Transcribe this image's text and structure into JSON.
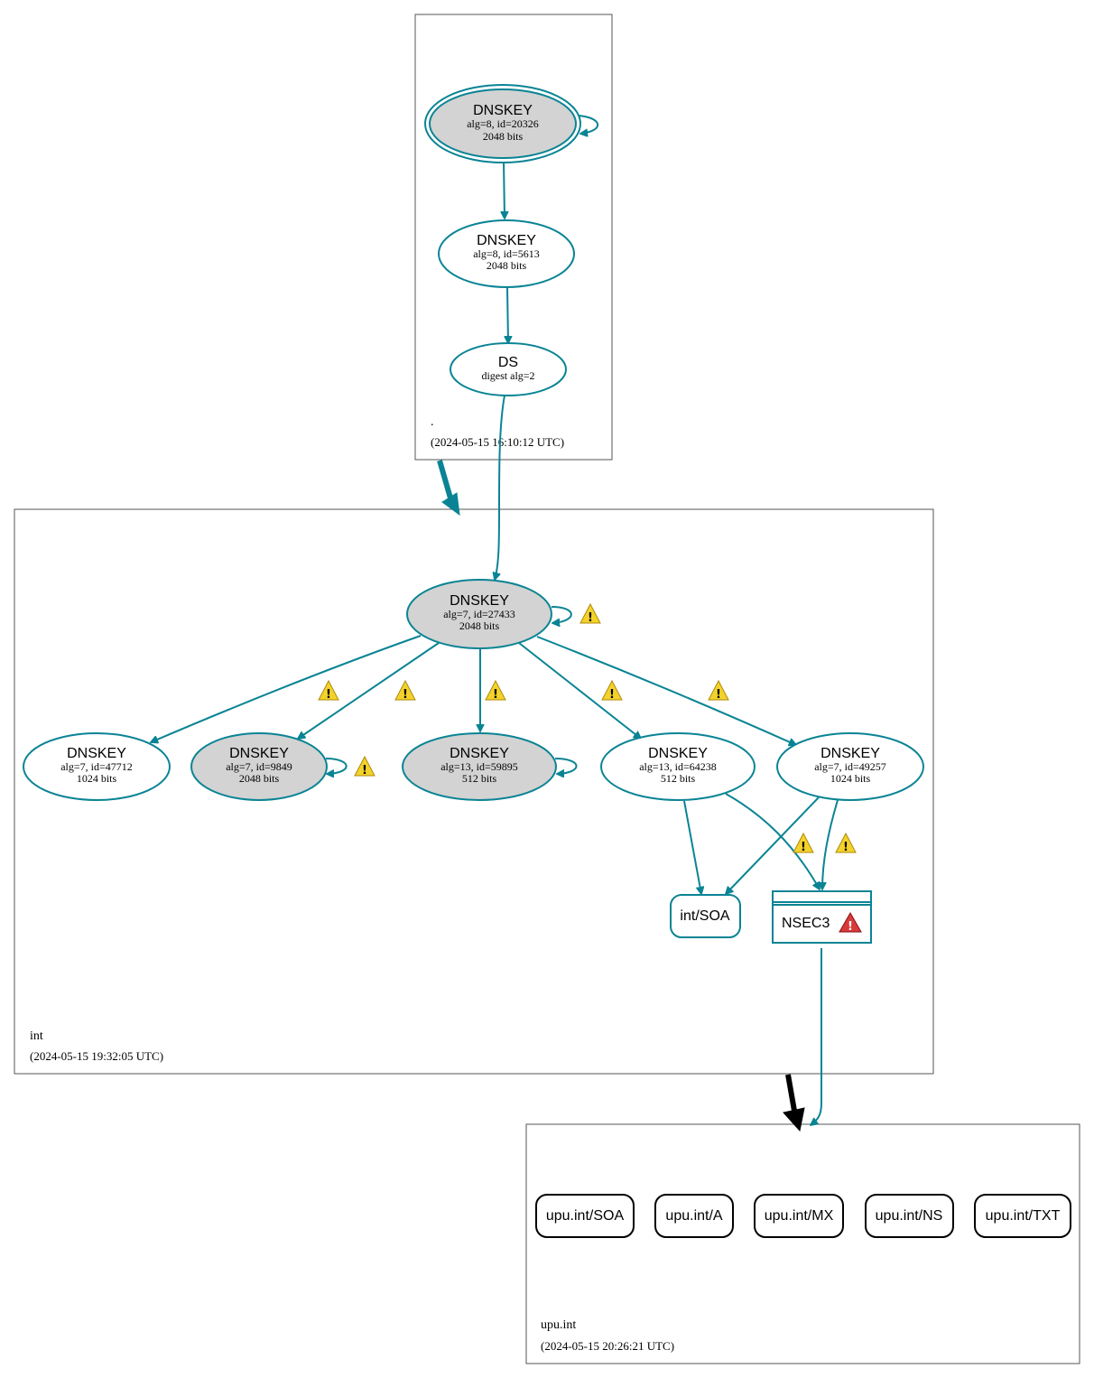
{
  "zones": {
    "root": {
      "label": ".",
      "time": "(2024-05-15 16:10:12 UTC)"
    },
    "int": {
      "label": "int",
      "time": "(2024-05-15 19:32:05 UTC)"
    },
    "upu": {
      "label": "upu.int",
      "time": "(2024-05-15 20:26:21 UTC)"
    }
  },
  "nodes": {
    "root_ksk": {
      "title": "DNSKEY",
      "line1": "alg=8, id=20326",
      "line2": "2048 bits"
    },
    "root_zsk": {
      "title": "DNSKEY",
      "line1": "alg=8, id=5613",
      "line2": "2048 bits"
    },
    "int_ds": {
      "title": "DS",
      "line1": "digest alg=2"
    },
    "int_ksk": {
      "title": "DNSKEY",
      "line1": "alg=7, id=27433",
      "line2": "2048 bits"
    },
    "k47712": {
      "title": "DNSKEY",
      "line1": "alg=7, id=47712",
      "line2": "1024 bits"
    },
    "k9849": {
      "title": "DNSKEY",
      "line1": "alg=7, id=9849",
      "line2": "2048 bits"
    },
    "k59895": {
      "title": "DNSKEY",
      "line1": "alg=13, id=59895",
      "line2": "512 bits"
    },
    "k64238": {
      "title": "DNSKEY",
      "line1": "alg=13, id=64238",
      "line2": "512 bits"
    },
    "k49257": {
      "title": "DNSKEY",
      "line1": "alg=7, id=49257",
      "line2": "1024 bits"
    },
    "int_soa": {
      "title": "int/SOA"
    },
    "nsec3": {
      "title": "NSEC3"
    }
  },
  "records": [
    "upu.int/SOA",
    "upu.int/A",
    "upu.int/MX",
    "upu.int/NS",
    "upu.int/TXT"
  ],
  "colors": {
    "edge": "#0a8494",
    "key_fill_signing": "#d3d3d3",
    "warning": "#f3d22b",
    "error": "#d83a3a",
    "delegation_insecure": "#000000"
  },
  "icons": {
    "warning": "warning-icon",
    "error": "error-icon"
  }
}
